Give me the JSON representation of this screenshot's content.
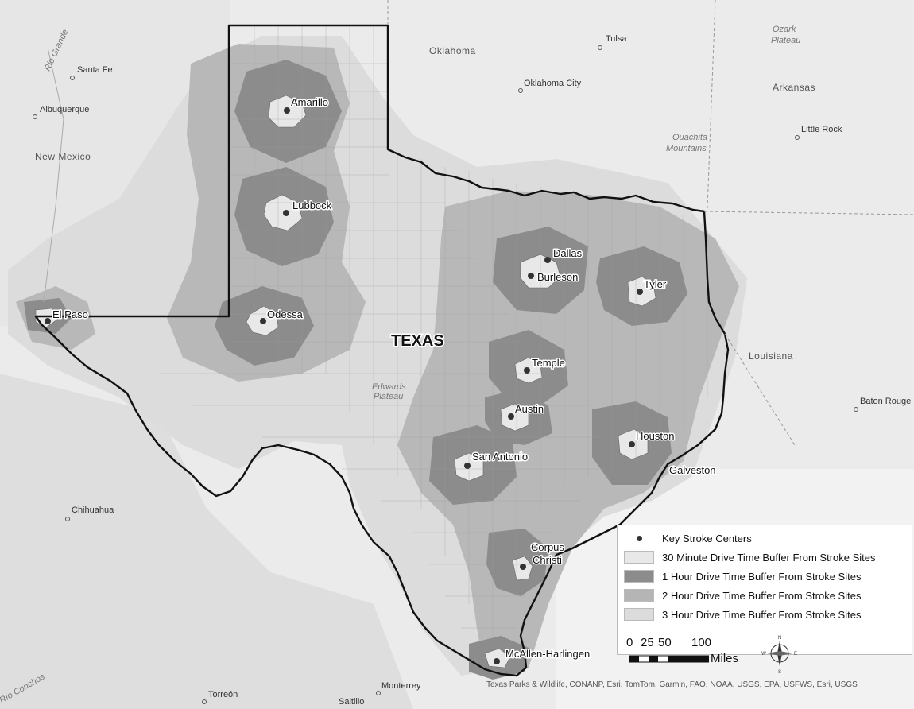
{
  "map": {
    "state_label": "TEXAS",
    "cities": [
      {
        "name": "Amarillo"
      },
      {
        "name": "Lubbock"
      },
      {
        "name": "Odessa"
      },
      {
        "name": "El Paso"
      },
      {
        "name": "Dallas"
      },
      {
        "name": "Burleson"
      },
      {
        "name": "Tyler"
      },
      {
        "name": "Temple"
      },
      {
        "name": "Austin"
      },
      {
        "name": "San Antonio"
      },
      {
        "name": "Houston"
      },
      {
        "name": "Galveston"
      },
      {
        "name": "Corpus"
      },
      {
        "name": "Christi"
      },
      {
        "name": "McAllen-Harlingen"
      }
    ],
    "places": [
      "Tulsa",
      "Santa Fe",
      "Albuquerque",
      "Oklahoma City",
      "Little Rock",
      "Baton Rouge",
      "Chihuahua",
      "Torreón",
      "Monterrey",
      "Saltillo"
    ],
    "regions": [
      "Oklahoma",
      "New Mexico",
      "Arkansas",
      "Louisiana"
    ],
    "physical": [
      "Ozark",
      "Plateau",
      "Ouachita",
      "Mountains",
      "Edwards",
      "Plateau",
      "Rio Grande",
      "Río Conchos"
    ]
  },
  "legend": {
    "items": [
      {
        "label": "Key Stroke Centers",
        "color": "#333333"
      },
      {
        "label": "30 Minute Drive Time Buffer From Stroke Sites",
        "color": "#e8e8e8"
      },
      {
        "label": "1 Hour Drive Time Buffer From Stroke Sites",
        "color": "#8c8c8c"
      },
      {
        "label": "2 Hour Drive Time Buffer From Stroke Sites",
        "color": "#b5b5b5"
      },
      {
        "label": "3 Hour Drive Time Buffer From Stroke Sites",
        "color": "#dcdcdc"
      }
    ]
  },
  "scale": {
    "labels": [
      "0",
      "25",
      "50",
      "100"
    ],
    "unit": "Miles"
  },
  "compass": {
    "n": "N",
    "s": "S",
    "e": "E",
    "w": "W"
  },
  "attribution": "Texas Parks & Wildlife, CONANP, Esri, TomTom, Garmin, FAO, NOAA, USGS, EPA, USFWS, Esri, USGS"
}
